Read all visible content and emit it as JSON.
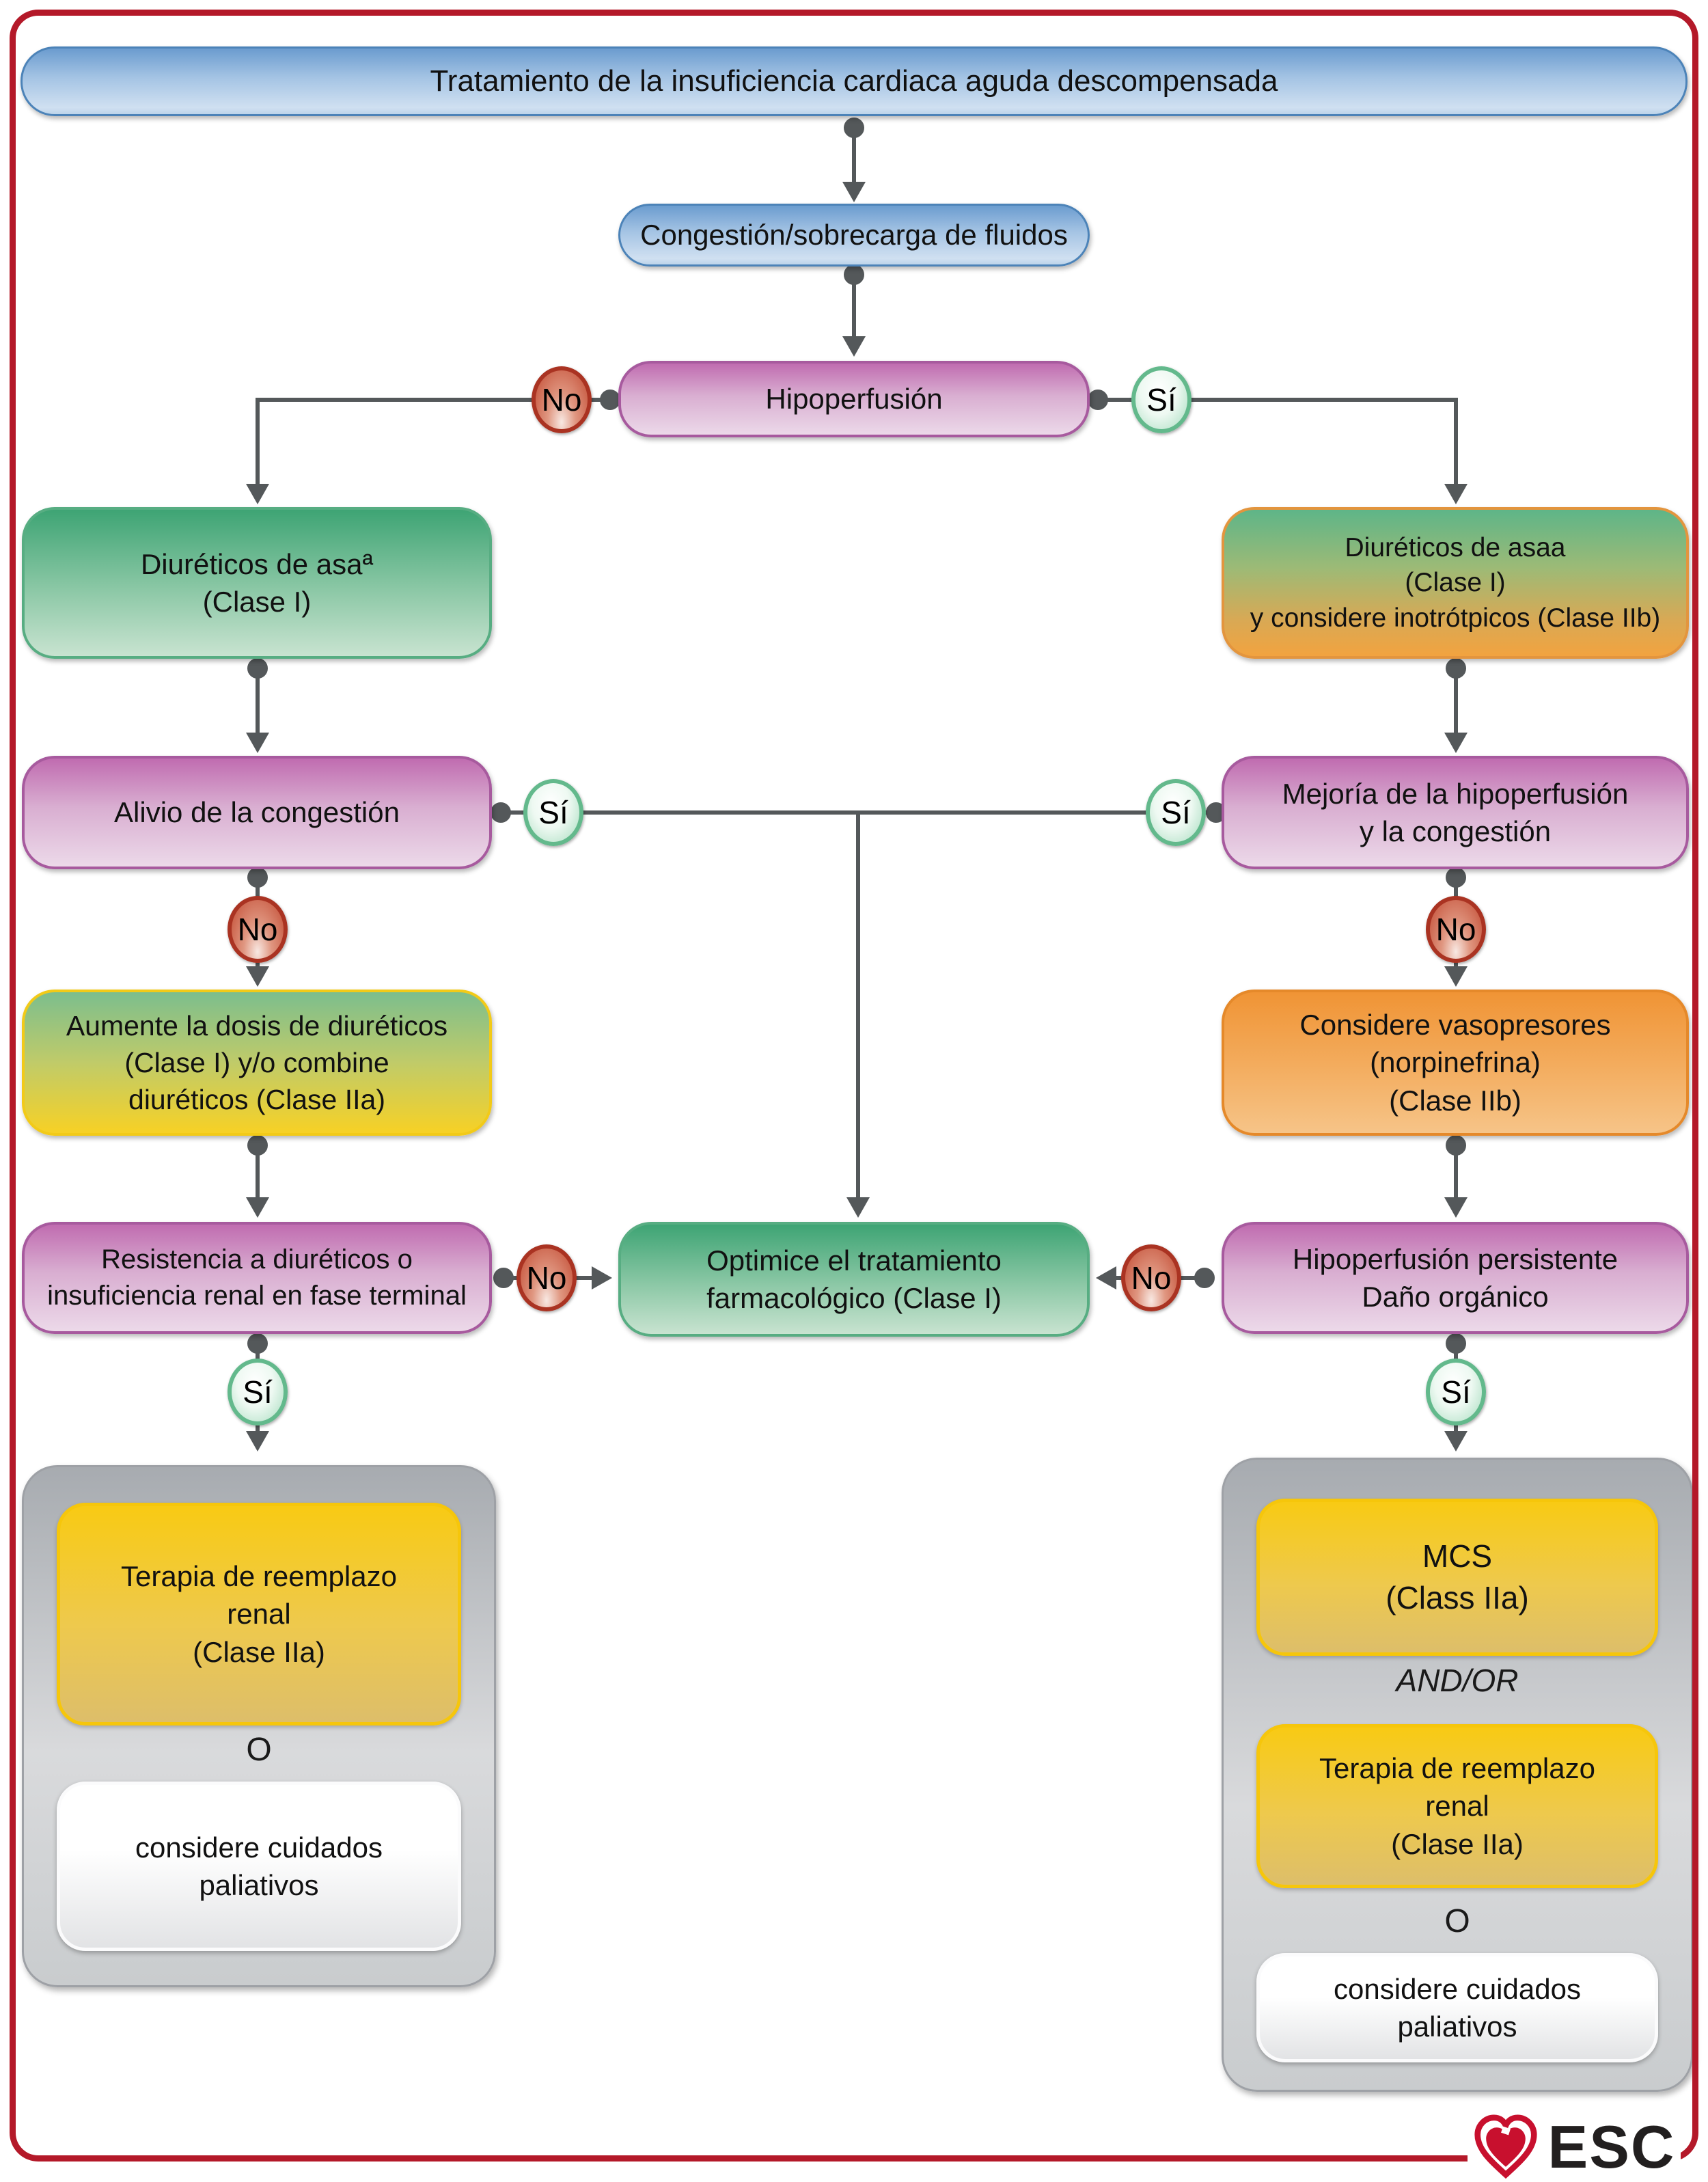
{
  "title": {
    "label": "Tratamiento de la insuficiencia cardiaca aguda descompensada"
  },
  "badges": {
    "yes": "Sí",
    "no": "No"
  },
  "nodes": {
    "congestion": {
      "label": "Congestión/sobrecarga de fluidos"
    },
    "hipoperfusion": {
      "label": "Hipoperfusión"
    },
    "loop_diuretics_left": {
      "lines": [
        "Diuréticos de asaª",
        "(Clase I)"
      ]
    },
    "loop_diuretics_right": {
      "lines": [
        "Diuréticos de asaa",
        "(Clase I)",
        "y considere inotrótpicos (Clase IIb)"
      ]
    },
    "congestion_relief": {
      "label": "Alivio de la congestión"
    },
    "hypoperfusion_improvement": {
      "lines": [
        "Mejoría de la hipoperfusión",
        "y la congestión"
      ]
    },
    "increase_diuretics": {
      "lines": [
        "Aumente la dosis de diuréticos",
        "(Clase I) y/o combine",
        "diuréticos (Clase IIa)"
      ]
    },
    "vasopressors": {
      "lines": [
        "Considere vasopresores",
        "(norpinefrina)",
        "(Clase IIb)"
      ]
    },
    "diuretic_resistance": {
      "lines": [
        "Resistencia a diuréticos o",
        "insuficiencia renal en fase terminal"
      ]
    },
    "optimize_treatment": {
      "lines": [
        "Optimice el tratamiento",
        "farmacológico (Clase I)"
      ]
    },
    "persistent_hypoperfusion": {
      "lines": [
        "Hipoperfusión persistente",
        "Daño orgánico"
      ]
    },
    "renal_replacement_left": {
      "lines": [
        "Terapia de reemplazo",
        "renal",
        "(Clase IIa)"
      ]
    },
    "palliative_left": {
      "lines": [
        "considere cuidados",
        "paliativos"
      ]
    },
    "mcs": {
      "lines": [
        "MCS",
        "(Class IIa)"
      ]
    },
    "and_or": "AND/OR",
    "or_left": "O",
    "or_right": "O",
    "renal_replacement_right": {
      "lines": [
        "Terapia de reemplazo",
        "renal",
        "(Clase IIa)"
      ]
    },
    "palliative_right": {
      "lines": [
        "considere cuidados",
        "paliativos"
      ]
    }
  },
  "logo": {
    "label": "ESC"
  },
  "colors": {
    "border_red": "#b41929",
    "esc_red": "#c8102e",
    "connector_gray": "#54585a",
    "blue_box": "#6b9ccf",
    "purple_box": "#c06cb0",
    "green_box": "#3ea474",
    "orange_box": "#f09435",
    "yellow_box": "#f8ca14",
    "gray_panel": "#a7abb0",
    "yes_badge_green": "#63b98c",
    "no_badge_red": "#c24a32"
  }
}
